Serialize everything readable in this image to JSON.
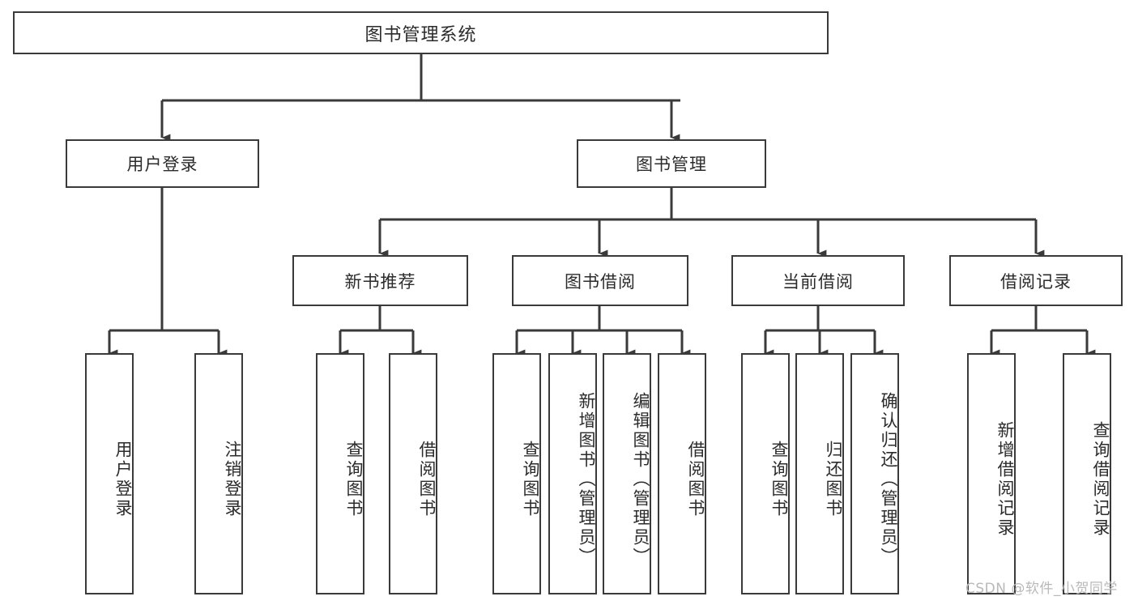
{
  "diagram": {
    "type": "tree",
    "title": "图书管理系统",
    "watermark": "CSDN @软件_小贺同学",
    "colors": {
      "box_border": "#3a3a3a",
      "box_fill": "#ffffff",
      "connector": "#3a3a3a",
      "text": "#2b2b2b",
      "watermark": "#b9b9b9",
      "background": "#ffffff"
    },
    "root": {
      "label": "图书管理系统"
    },
    "level2": [
      {
        "id": "user-login",
        "label": "用户登录"
      },
      {
        "id": "book-management",
        "label": "图书管理"
      }
    ],
    "level3": [
      {
        "id": "new-book-recommend",
        "label": "新书推荐",
        "parent": "book-management"
      },
      {
        "id": "book-borrow",
        "label": "图书借阅",
        "parent": "book-management"
      },
      {
        "id": "current-borrow",
        "label": "当前借阅",
        "parent": "book-management"
      },
      {
        "id": "borrow-record",
        "label": "借阅记录",
        "parent": "book-management"
      }
    ],
    "leaves": [
      {
        "id": "leaf-user-login",
        "label": "用户登录",
        "parent": "user-login"
      },
      {
        "id": "leaf-logout",
        "label": "注销登录",
        "parent": "user-login"
      },
      {
        "id": "leaf-query-book-1",
        "label": "查询图书",
        "parent": "new-book-recommend"
      },
      {
        "id": "leaf-borrow-book-1",
        "label": "借阅图书",
        "parent": "new-book-recommend"
      },
      {
        "id": "leaf-query-book-2",
        "label": "查询图书",
        "parent": "book-borrow"
      },
      {
        "id": "leaf-add-book",
        "label": "新增图书（管理员）",
        "parent": "book-borrow"
      },
      {
        "id": "leaf-edit-book",
        "label": "编辑图书（管理员）",
        "parent": "book-borrow"
      },
      {
        "id": "leaf-borrow-book-2",
        "label": "借阅图书",
        "parent": "book-borrow"
      },
      {
        "id": "leaf-query-book-3",
        "label": "查询图书",
        "parent": "current-borrow"
      },
      {
        "id": "leaf-return-book",
        "label": "归还图书",
        "parent": "current-borrow"
      },
      {
        "id": "leaf-confirm-return",
        "label": "确认归还（管理员）",
        "parent": "current-borrow"
      },
      {
        "id": "leaf-add-record",
        "label": "新增借阅记录",
        "parent": "borrow-record"
      },
      {
        "id": "leaf-query-record",
        "label": "查询借阅记录",
        "parent": "borrow-record"
      }
    ]
  }
}
